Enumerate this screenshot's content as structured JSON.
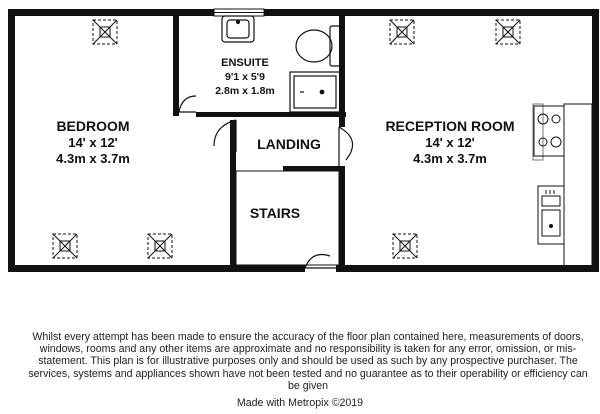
{
  "rooms": {
    "bedroom": {
      "name": "BEDROOM",
      "imperial": "14' x 12'",
      "metric": "4.3m x 3.7m"
    },
    "ensuite": {
      "name": "ENSUITE",
      "imperial": "9'1 x 5'9",
      "metric": "2.8m x 1.8m"
    },
    "landing": {
      "name": "LANDING"
    },
    "stairs": {
      "name": "STAIRS"
    },
    "reception": {
      "name": "RECEPTION ROOM",
      "imperial": "14' x 12'",
      "metric": "4.3m x 3.7m"
    }
  },
  "disclaimer": "Whilst every attempt has been made to ensure the accuracy of the floor plan contained here, measurements of doors, windows, rooms and any other items are approximate and no responsibility is taken for any error, omission, or mis-statement. This plan is for illustrative purposes only and should be used as such by any prospective purchaser. The services, systems and appliances shown have not been tested and no guarantee as to their operability or efficiency can be given",
  "credit": "Made with Metropix ©2019",
  "colors": {
    "wall": "#111111",
    "background": "#ffffff"
  },
  "icons": [
    "skylight-icon",
    "sink-icon",
    "toilet-icon",
    "shower-icon",
    "hob-icon",
    "kitchen-sink-icon"
  ]
}
